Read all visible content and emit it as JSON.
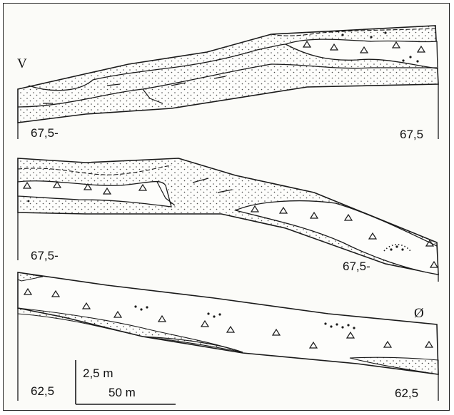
{
  "figure": {
    "orientation": {
      "left_label": "V",
      "right_label": "Ø"
    },
    "sections": [
      {
        "left_elevation": "67,5-",
        "right_elevation": "67,5"
      },
      {
        "left_elevation": "67,5-",
        "right_elevation": "67,5-"
      },
      {
        "left_elevation": "62,5",
        "right_elevation": "62,5"
      }
    ],
    "scale_bar": {
      "vertical_label": "2,5 m",
      "horizontal_label": "50 m"
    },
    "colors": {
      "ink": "#1a1a1a",
      "paper": "#fbfbf8"
    }
  }
}
